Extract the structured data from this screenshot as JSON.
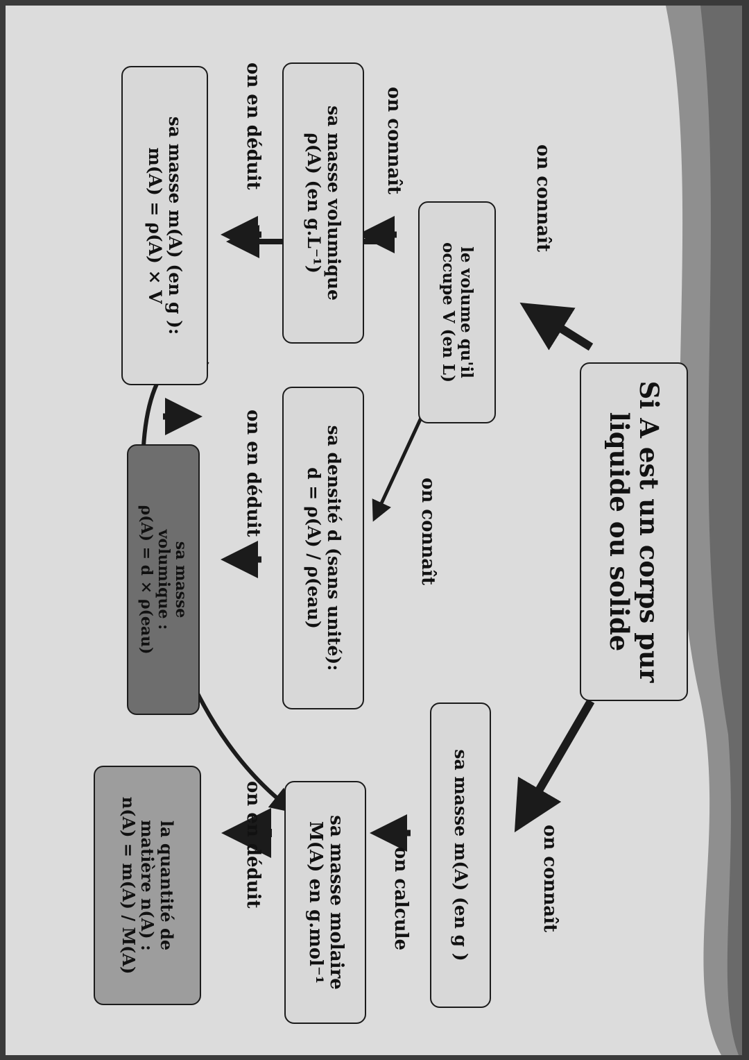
{
  "title": {
    "line1": "Si A est un corps pur",
    "line2": "liquide ou solide"
  },
  "boxes": {
    "volume": {
      "line1": "le volume qu'il",
      "line2": "occupe  V (en L)"
    },
    "masse_volumique": {
      "line1": "sa masse volumique",
      "line2": "ρ(A)  (en g.L⁻¹)"
    },
    "masse": {
      "line1": "sa masse m(A)  (en g ):",
      "line2": "m(A) = ρ(A) × V"
    },
    "densite": {
      "line1": "sa densité  d (sans unité):",
      "line2": "d = ρ(A) / ρ(eau)"
    },
    "masse_vol_deduite": {
      "line1": "sa masse",
      "line2": "volumique :",
      "line3": "ρ(A) = d × ρ(eau)"
    },
    "masse_g": {
      "line1": "sa masse m(A) (en g )"
    },
    "masse_molaire": {
      "line1": "sa masse molaire",
      "line2": "M(A) en g.mol⁻¹"
    },
    "quantite": {
      "line1": "la quantité de",
      "line2": "matière n(A) :",
      "line3": "n(A) = m(A) / M(A)"
    }
  },
  "labels": {
    "on_connait": "on connaît",
    "on_en_deduit": "on en déduit",
    "on_calcule": "on calcule"
  },
  "colors": {
    "paper": "#dcdcdc",
    "box": "#d8d8d8",
    "dark_box": "#6e6e6e",
    "mid_box": "#9d9d9d",
    "ink": "#111111"
  }
}
